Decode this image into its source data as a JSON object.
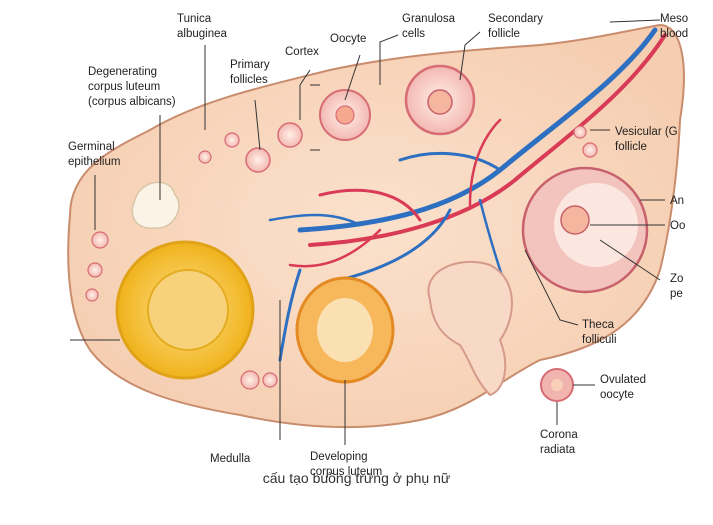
{
  "labels": {
    "tunica_albuginea": [
      "Tunica",
      "albuginea"
    ],
    "oocyte_top": [
      "Oocyte"
    ],
    "granulosa_cells": [
      "Granulosa",
      "cells"
    ],
    "secondary_follicle": [
      "Secondary",
      "follicle"
    ],
    "meso": [
      "Meso",
      "blood"
    ],
    "degenerating": [
      "Degenerating",
      "corpus luteum",
      "(corpus albicans)"
    ],
    "primary_follicles": [
      "Primary",
      "follicles"
    ],
    "cortex": [
      "Cortex"
    ],
    "germinal_epithelium": [
      "Germinal",
      "epithelium"
    ],
    "vesicular": [
      "Vesicular (G",
      "follicle"
    ],
    "antrum": [
      "An"
    ],
    "oocyte_right": [
      "Oo"
    ],
    "zona": [
      "Zo",
      "pe"
    ],
    "theca_folliculi": [
      "Theca",
      "folliculi"
    ],
    "ovulated_oocyte": [
      "Ovulated",
      "oocyte"
    ],
    "corona_radiata": [
      "Corona",
      "radiata"
    ],
    "medulla": [
      "Medulla"
    ],
    "developing_corpus_luteum": [
      "Developing",
      "corpus luteum"
    ]
  },
  "caption": "cấu tạo buồng trứng ở phụ nữ"
}
